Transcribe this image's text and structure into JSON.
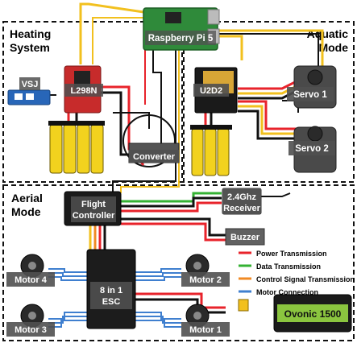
{
  "sections": {
    "heating": "Heating System",
    "aquatic": "Aquatic Mode",
    "aerial": "Aerial Mode"
  },
  "components": {
    "raspberry_pi": "Raspberry Pi 5",
    "l298n": "L298N",
    "vsj": "VSJ",
    "converter": "Converter",
    "u2d2": "U2D2",
    "servo1": "Servo 1",
    "servo2": "Servo 2",
    "flight_controller": "Flight Controller",
    "receiver": "2.4Ghz Receiver",
    "buzzer": "Buzzer",
    "esc": "8 in 1 ESC",
    "motor1": "Motor 1",
    "motor2": "Motor 2",
    "motor3": "Motor 3",
    "motor4": "Motor 4"
  },
  "legend": [
    {
      "label": "Power Transmission",
      "color": "#e8232b"
    },
    {
      "label": "Data Transmission",
      "color": "#34b233"
    },
    {
      "label": "Control Signal Transmission",
      "color": "#f08a24"
    },
    {
      "label": "Motor Connection",
      "color": "#3f7fcf"
    }
  ],
  "battery_text": "Ovonic 1500"
}
